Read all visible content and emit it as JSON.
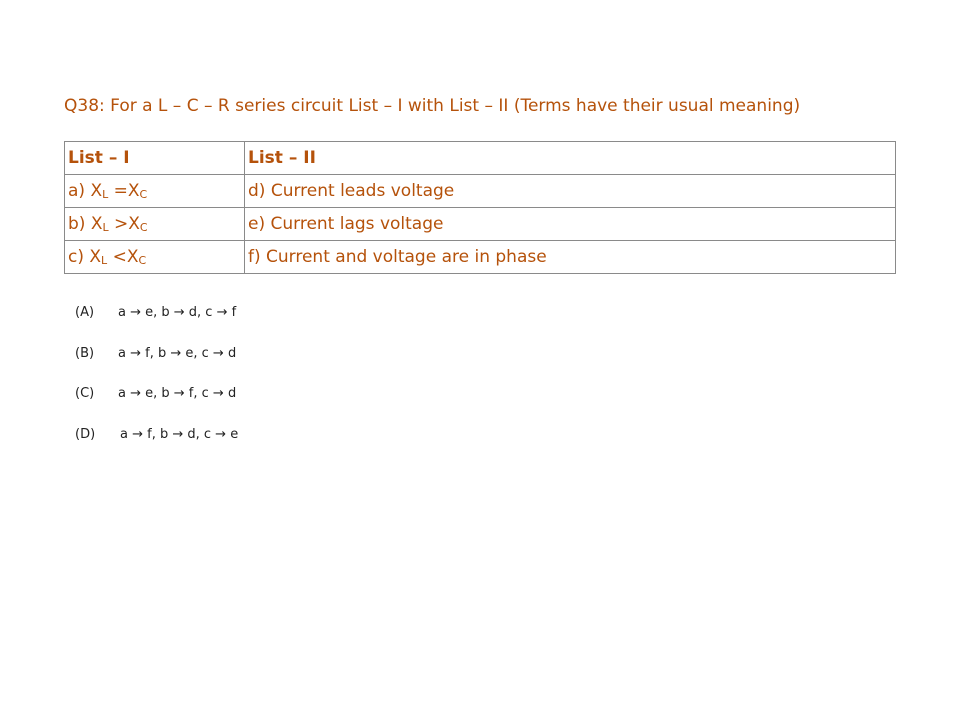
{
  "question": "Q38: For a L – C – R series circuit List – I with List – II (Terms have their usual meaning)",
  "table": {
    "headers": [
      "List – I",
      "List – II"
    ],
    "rows": [
      {
        "left_prefix": "a) X",
        "left_sub1": "L",
        "left_op": " =X",
        "left_sub2": "C",
        "right": "d) Current leads voltage"
      },
      {
        "left_prefix": "b) X",
        "left_sub1": "L",
        "left_op": " >X",
        "left_sub2": "C",
        "right": "e) Current lags voltage"
      },
      {
        "left_prefix": "c) X",
        "left_sub1": "L",
        "left_op": " <X",
        "left_sub2": "C",
        "right": "f) Current and voltage are in phase"
      }
    ]
  },
  "options": [
    {
      "label": "(A)",
      "text": "a → e, b → d, c → f"
    },
    {
      "label": "(B)",
      "text": "a → f, b → e, c → d"
    },
    {
      "label": "(C)",
      "text": "a → e, b → f, c → d"
    },
    {
      "label": "(D)",
      "text": "a → f, b → d, c → e"
    }
  ]
}
